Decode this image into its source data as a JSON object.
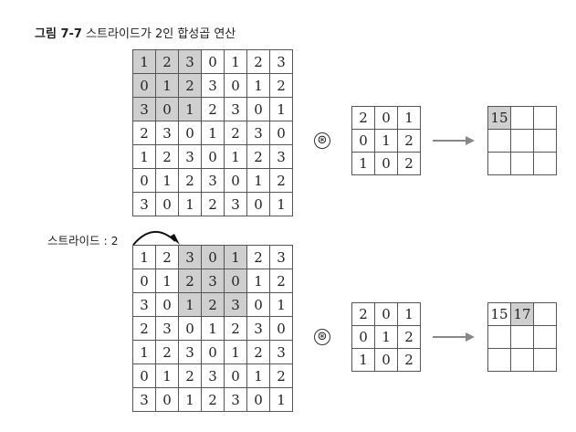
{
  "caption": {
    "fig_no": "그림 7-7",
    "title": "스트라이드가 2인 합성곱 연산"
  },
  "stride_label": "스트라이드 : 2",
  "operator_symbol": "⊛",
  "input_matrix": [
    [
      1,
      2,
      3,
      0,
      1,
      2,
      3
    ],
    [
      0,
      1,
      2,
      3,
      0,
      1,
      2
    ],
    [
      3,
      0,
      1,
      2,
      3,
      0,
      1
    ],
    [
      2,
      3,
      0,
      1,
      2,
      3,
      0
    ],
    [
      1,
      2,
      3,
      0,
      1,
      2,
      3
    ],
    [
      0,
      1,
      2,
      3,
      0,
      1,
      2
    ],
    [
      3,
      0,
      1,
      2,
      3,
      0,
      1
    ]
  ],
  "kernel": [
    [
      2,
      0,
      1
    ],
    [
      0,
      1,
      2
    ],
    [
      1,
      0,
      2
    ]
  ],
  "step1": {
    "highlight_cols": [
      0,
      1,
      2
    ],
    "output": [
      [
        "15",
        "",
        ""
      ],
      [
        "",
        "",
        ""
      ],
      [
        "",
        "",
        ""
      ]
    ],
    "output_highlight": [
      [
        0,
        0
      ]
    ]
  },
  "step2": {
    "highlight_cols": [
      2,
      3,
      4
    ],
    "output": [
      [
        "15",
        "17",
        ""
      ],
      [
        "",
        "",
        ""
      ],
      [
        "",
        "",
        ""
      ]
    ],
    "output_highlight": [
      [
        0,
        1
      ]
    ]
  },
  "colors": {
    "highlight": "#cfcfcf",
    "line": "#555555",
    "arrow": "#888888"
  }
}
